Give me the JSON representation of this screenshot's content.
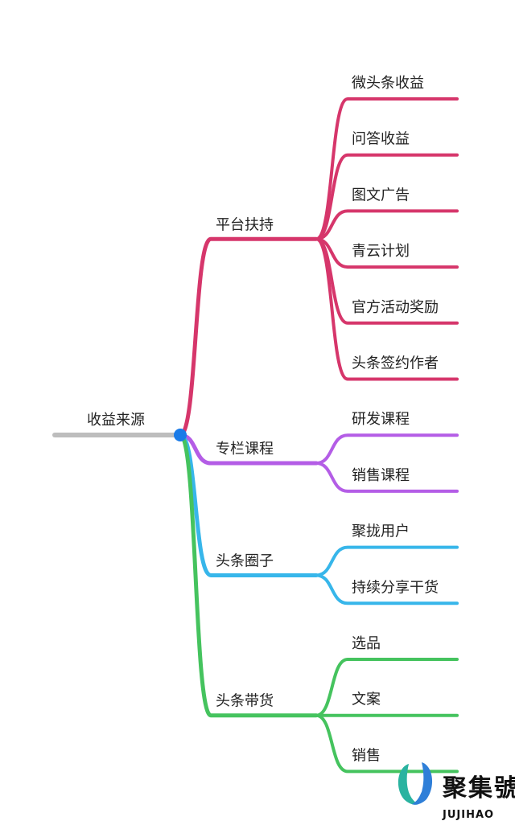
{
  "mindmap": {
    "root": {
      "label": "收益来源"
    },
    "branches": [
      {
        "label": "平台扶持",
        "color": "#d6366b",
        "children": [
          "微头条收益",
          "问答收益",
          "图文广告",
          "青云计划",
          "官方活动奖励",
          "头条签约作者"
        ]
      },
      {
        "label": "专栏课程",
        "color": "#b45de6",
        "children": [
          "研发课程",
          "销售课程"
        ]
      },
      {
        "label": "头条圈子",
        "color": "#37b6ea",
        "children": [
          "聚拢用户",
          "持续分享干货"
        ]
      },
      {
        "label": "头条带货",
        "color": "#45c35e",
        "children": [
          "选品",
          "文案",
          "销售"
        ]
      }
    ],
    "root_line_color": "#bdbdbd",
    "hub_color": "#1a7be8"
  },
  "watermark": {
    "name_cn": "聚集號",
    "name_en": "JUJIHAO",
    "logo_colors": [
      "#2ab3a0",
      "#2f7fd8"
    ]
  }
}
